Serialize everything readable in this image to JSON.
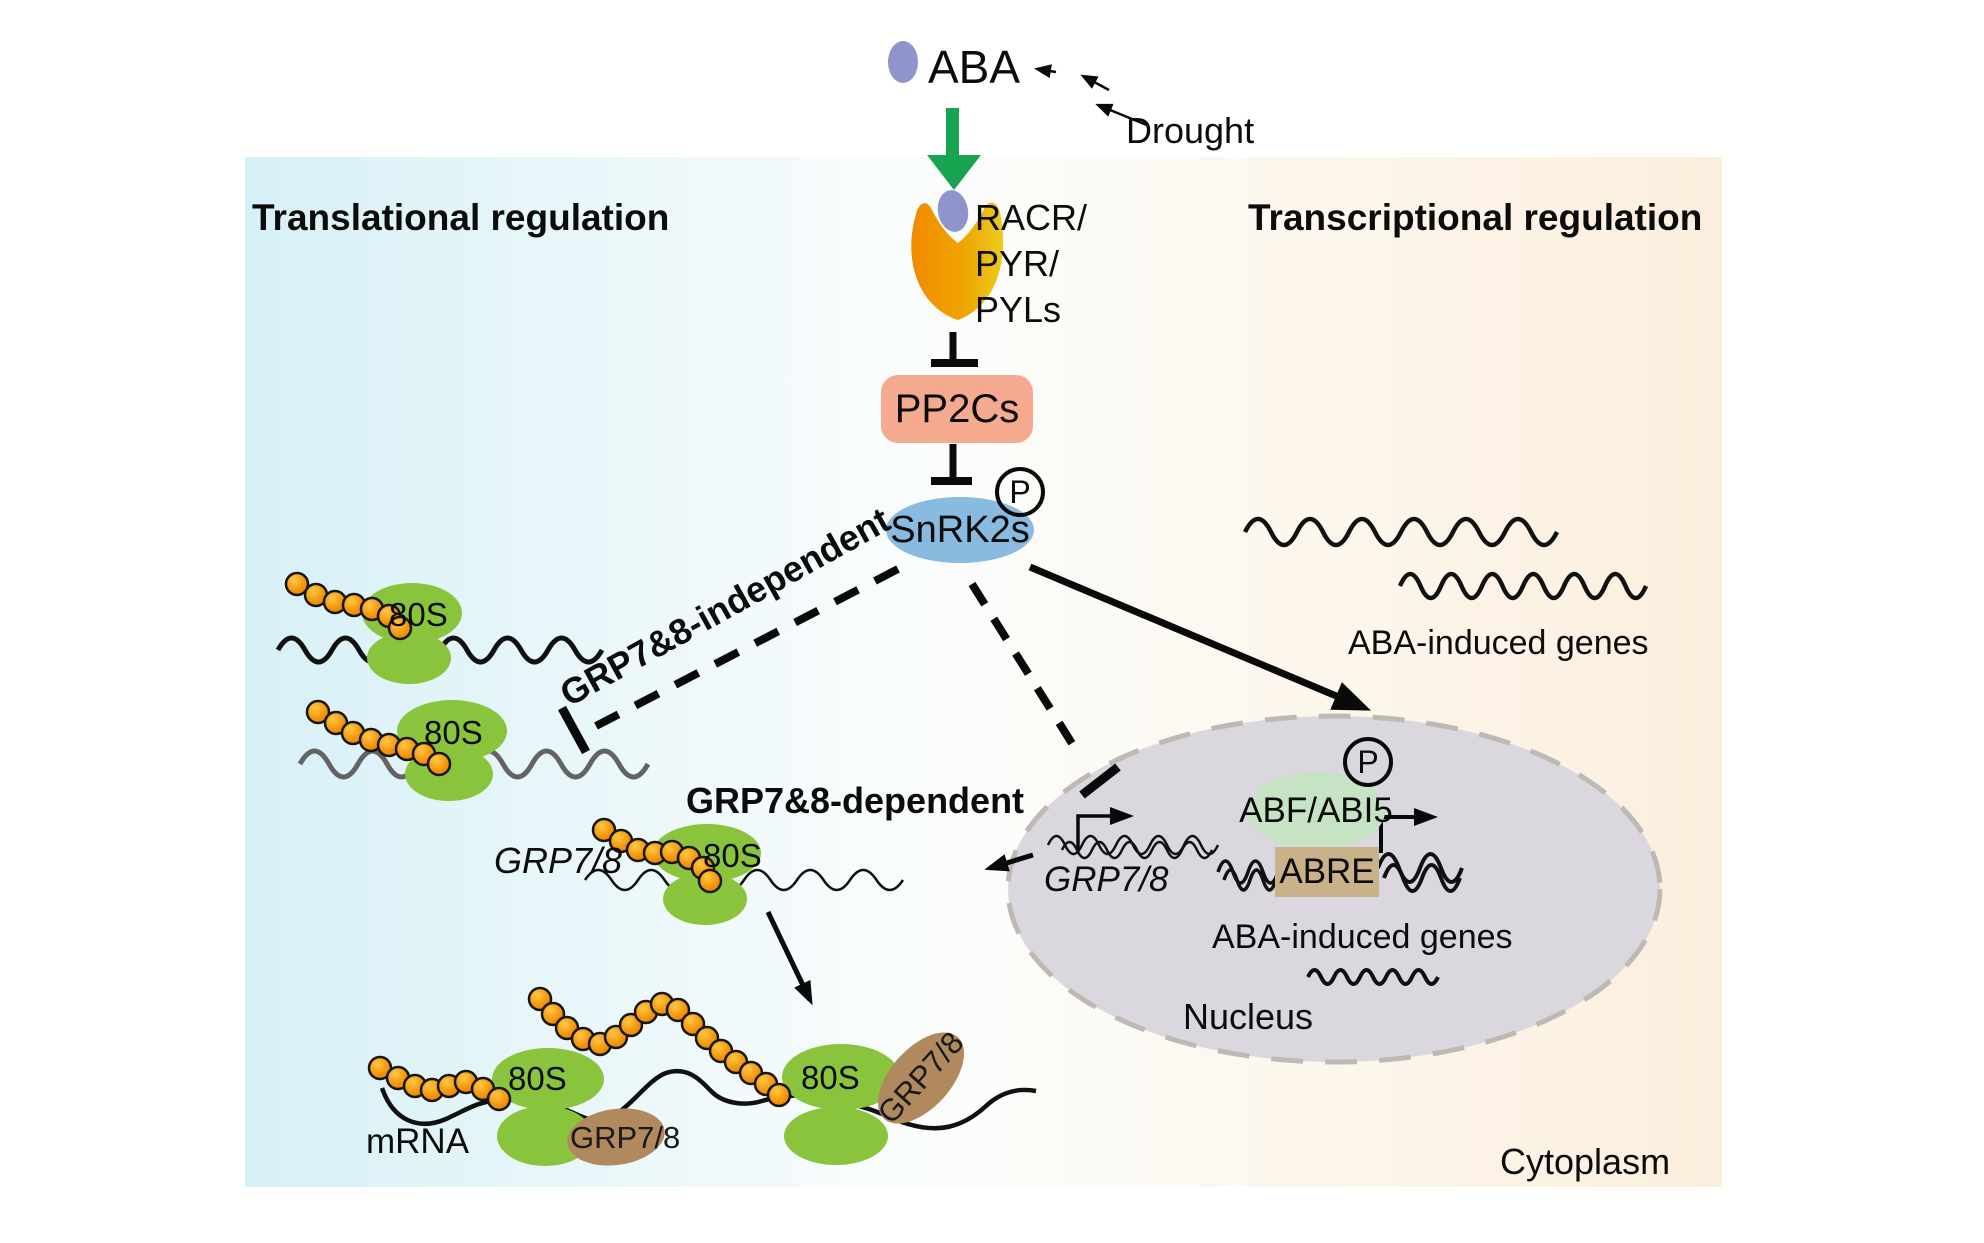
{
  "figure": {
    "left_header": "Translational regulation",
    "right_header": "Transcriptional regulation",
    "cytoplasm_label": "Cytoplasm",
    "nucleus_label": "Nucleus"
  },
  "signaling": {
    "hormone": "ABA",
    "stress": "Drought",
    "receptor_lines": [
      "RACR/",
      "PYR/",
      "PYLs"
    ],
    "phosphatase": "PP2Cs",
    "kinase": "SnRK2s",
    "phospho": "P"
  },
  "branches": {
    "independent": "GRP7&8-independent",
    "dependent": "GRP7&8-dependent"
  },
  "translation": {
    "ribosome": "80S",
    "mrna": "mRNA",
    "grp78_mrna": "GRP7/8",
    "grp78_protein": "GRP7/8"
  },
  "nucleus_content": {
    "tf": "ABF/ABI5",
    "phospho": "P",
    "element": "ABRE",
    "aba_genes": "ABA-induced genes",
    "grp78_gene": "GRP7/8"
  },
  "cytoplasm_content": {
    "aba_genes": "ABA-induced genes"
  },
  "colors": {
    "left_panel": "#d7f0f7",
    "right_panel": "#fbeedd",
    "receptor_orange": "#f18a00",
    "receptor_yellow": "#eccb1e",
    "aba_oval": "#8f94cd",
    "green_arrow": "#18a350",
    "pp2cs_box": "#f5aa90",
    "snrk2s_ellipse": "#88bbdf",
    "ribosome_green": "#8ac43c",
    "bead_orange": "#f29413",
    "grp78_brown": "#b1895e",
    "nucleus_fill": "#dbd7de",
    "nucleus_border": "#bdb9b3",
    "abf_green": "#c6e3c6",
    "abre_tan": "#c9b189"
  }
}
